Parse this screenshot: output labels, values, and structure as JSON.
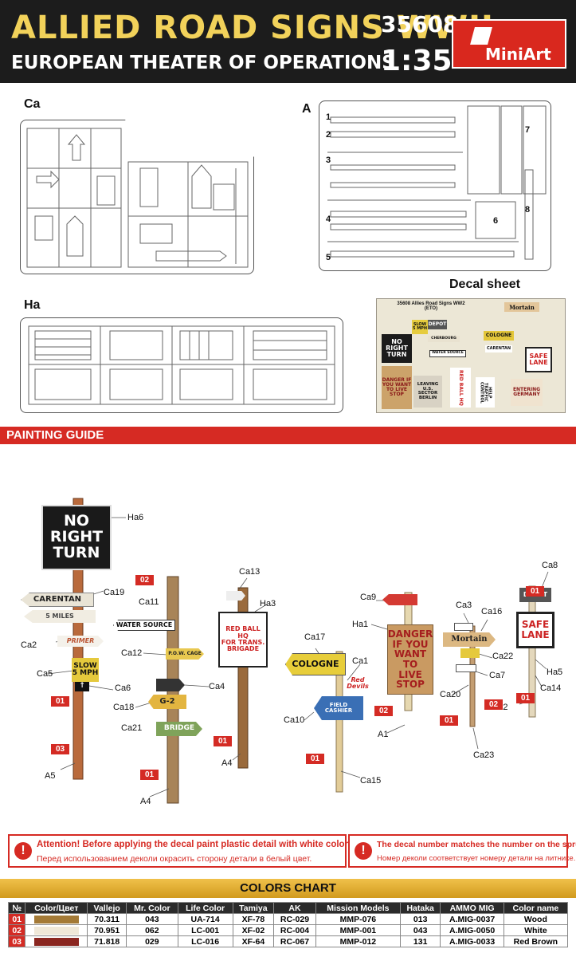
{
  "header": {
    "title": "ALLIED ROAD SIGNS WWII",
    "subtitle": "EUROPEAN THEATER OF OPERATIONS",
    "code": "35608",
    "scale": "1:35",
    "brand": "MiniArt"
  },
  "sprues": {
    "ca": {
      "label": "Ca"
    },
    "a": {
      "label": "A",
      "part_numbers": [
        "1",
        "2",
        "3",
        "4",
        "5",
        "6",
        "7",
        "8"
      ]
    },
    "ha": {
      "label": "Ha"
    }
  },
  "decal_sheet": {
    "title": "Decal sheet",
    "caption": "35608 Allies Road Signs WW2 (ETO)",
    "items": [
      "NO RIGHT TURN",
      "SLOW 5 MPH",
      "DEPOT",
      "Mortain",
      "COLOGNE",
      "SAFE LANE",
      "CARENTAN",
      "DANGER IF YOU WANT TO LIVE STOP",
      "LEAVING U.S. SECTOR BERLIN",
      "RED BALL HQ",
      "HELP TRAFFIC CONTROL",
      "ENTERING GERMANY",
      "WATER SOURCE",
      "CHERBOURG"
    ]
  },
  "painting_guide": {
    "title": "PAINTING GUIDE",
    "callouts": [
      "Ha6",
      "Ca19",
      "Ca2",
      "Ca5",
      "Ca6",
      "A5",
      "Ca11",
      "Ca12",
      "Ca18",
      "Ca21",
      "Ca4",
      "A4",
      "Ca13",
      "Ha3",
      "A4",
      "Ca17",
      "Ca1",
      "Ca10",
      "Ca15",
      "Ca9",
      "Ha1",
      "A1",
      "Ca3",
      "Ca16",
      "Ca22",
      "Ca7",
      "Ca20",
      "Ca23",
      "Ca8",
      "Ha5",
      "Ca14",
      "A2"
    ],
    "color_tags": [
      "01",
      "03",
      "02",
      "01",
      "01",
      "01",
      "01",
      "02",
      "01",
      "01",
      "02"
    ],
    "signs": {
      "no_right_turn": "NO\nRIGHT\nTURN",
      "carentan": "CARENTAN",
      "five_miles": "5 MILES",
      "primer": "PRIMER",
      "slow": "SLOW\n5 MPH",
      "water_source": "WATER SOURCE",
      "pow_cage": "P.O.W. CAGE",
      "g2": "G-2",
      "bridge": "BRIDGE",
      "red_ball": "RED BALL HQ\nFOR TRANS. BRIGADE",
      "cologne": "COLOGNE",
      "red_devils": "Red Devils",
      "field_cashier": "FIELD\nCASHIER",
      "danger": "DANGER\nIF YOU\nWANT\nTO\nLIVE\nSTOP",
      "mortain": "Mortain",
      "depot": "DEPOT",
      "safe_lane": "SAFE\nLANE"
    }
  },
  "attention": {
    "left_en": "Attention! Before applying the decal paint plastic detail with white color.",
    "left_ru": "Перед использованием деколи окрасить сторону детали в  белый цвет.",
    "right_en": "The decal number matches  the number on the sprue.",
    "right_ru": "Номер деколи соответствует  номеру детали на литнике."
  },
  "colors_chart": {
    "title": "COLORS CHART",
    "headers": [
      "№",
      "Color/Цвет",
      "Vallejo",
      "Mr. Color",
      "Life Color",
      "Tamiya",
      "AK",
      "Mission Models",
      "Hataka",
      "AMMO MIG",
      "Color name"
    ],
    "rows": [
      {
        "num": "01",
        "swatch": "#a47a36",
        "vallejo": "70.311",
        "mr_color": "043",
        "life_color": "UA-714",
        "tamiya": "XF-78",
        "ak": "RC-029",
        "mission": "MMP-076",
        "hataka": "013",
        "ammo": "A.MIG-0037",
        "name": "Wood"
      },
      {
        "num": "02",
        "swatch": "#efe8d8",
        "vallejo": "70.951",
        "mr_color": "062",
        "life_color": "LC-001",
        "tamiya": "XF-02",
        "ak": "RC-004",
        "mission": "MMP-001",
        "hataka": "043",
        "ammo": "A.MIG-0050",
        "name": "White"
      },
      {
        "num": "03",
        "swatch": "#8a2620",
        "vallejo": "71.818",
        "mr_color": "029",
        "life_color": "LC-016",
        "tamiya": "XF-64",
        "ak": "RC-067",
        "mission": "MMP-012",
        "hataka": "131",
        "ammo": "A.MIG-0033",
        "name": "Red Brown"
      }
    ]
  }
}
